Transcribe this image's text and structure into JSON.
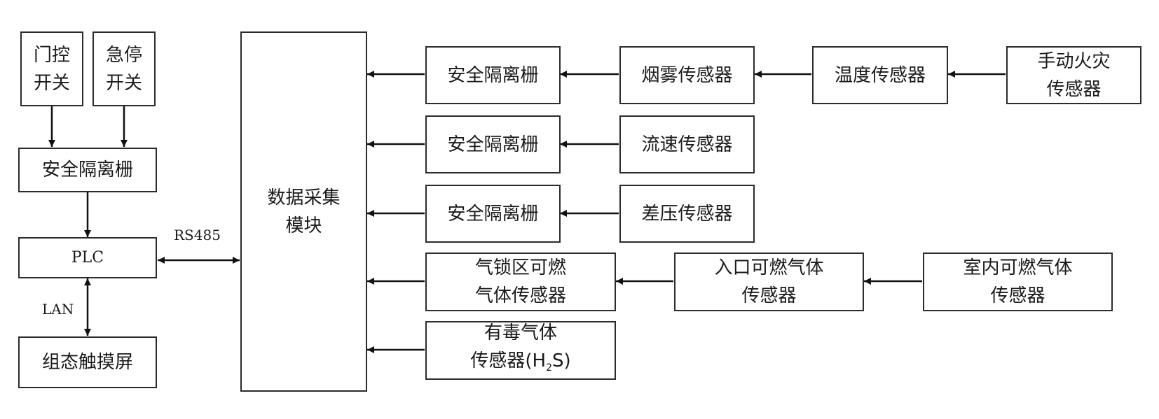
{
  "door_switch": [
    "门控",
    "开关"
  ],
  "estop_switch": [
    "急停",
    "开关"
  ],
  "barrier_left": "安全隔离栅",
  "plc": "PLC",
  "hmi": "组态触摸屏",
  "daq": [
    "数据采集",
    "模块"
  ],
  "rs485_label": "RS485",
  "lan_label": "LAN",
  "barriers": [
    "安全隔离栅",
    "安全隔离栅",
    "安全隔离栅"
  ],
  "smoke": "烟雾传感器",
  "temperature": "温度传感器",
  "manual_fire": [
    "手动火灾",
    "传感器"
  ],
  "flow": "流速传感器",
  "diff_pressure": "差压传感器",
  "airlock_gas": [
    "气锁区可燃",
    "气体传感器"
  ],
  "entrance_gas": [
    "入口可燃气体",
    "传感器"
  ],
  "indoor_gas": [
    "室内可燃气体",
    "传感器"
  ],
  "toxic_gas": {
    "line1": "有毒气体",
    "line2_prefix": "传感器(H",
    "subscript": "2",
    "line2_suffix": "S)"
  }
}
